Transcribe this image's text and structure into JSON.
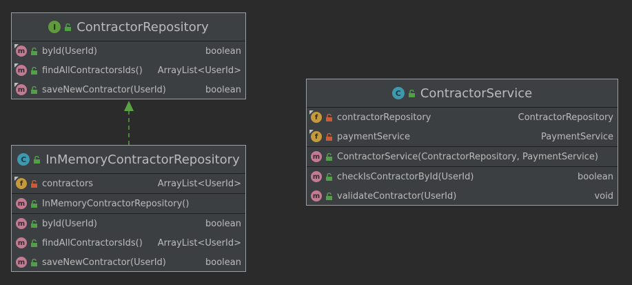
{
  "colors": {
    "background": "#2b2b2b",
    "box_fill": "#3c3f41",
    "method_badge": "#c27b92",
    "field_badge": "#c49a3c",
    "class_badge": "#3f99ae",
    "interface_badge": "#5f9a3c",
    "public_lock": "#52a046",
    "private_lock": "#d05a33",
    "relation_arrow": "#5aa345"
  },
  "contractor_repository": {
    "title": "ContractorRepository",
    "kind_badge": "I",
    "methods": [
      {
        "name": "byId(UserId)",
        "type": "boolean"
      },
      {
        "name": "findAllContractorsIds()",
        "type": "ArrayList<UserId>"
      },
      {
        "name": "saveNewContractor(UserId)",
        "type": "boolean"
      }
    ]
  },
  "in_memory_repository": {
    "title": "InMemoryContractorRepository",
    "kind_badge": "C",
    "fields": [
      {
        "name": "contractors",
        "type": "ArrayList<UserId>"
      }
    ],
    "constructors": [
      {
        "name": "InMemoryContractorRepository()",
        "type": ""
      }
    ],
    "methods": [
      {
        "name": "byId(UserId)",
        "type": "boolean"
      },
      {
        "name": "findAllContractorsIds()",
        "type": "ArrayList<UserId>"
      },
      {
        "name": "saveNewContractor(UserId)",
        "type": "boolean"
      }
    ]
  },
  "contractor_service": {
    "title": "ContractorService",
    "kind_badge": "C",
    "fields": [
      {
        "name": "contractorRepository",
        "type": "ContractorRepository"
      },
      {
        "name": "paymentService",
        "type": "PaymentService"
      }
    ],
    "constructors": [
      {
        "name": "ContractorService(ContractorRepository, PaymentService)",
        "type": ""
      }
    ],
    "methods": [
      {
        "name": "checkIsContractorById(UserId)",
        "type": "boolean"
      },
      {
        "name": "validateContractor(UserId)",
        "type": "void"
      }
    ]
  },
  "member_badges": {
    "method": "m",
    "field": "f"
  }
}
